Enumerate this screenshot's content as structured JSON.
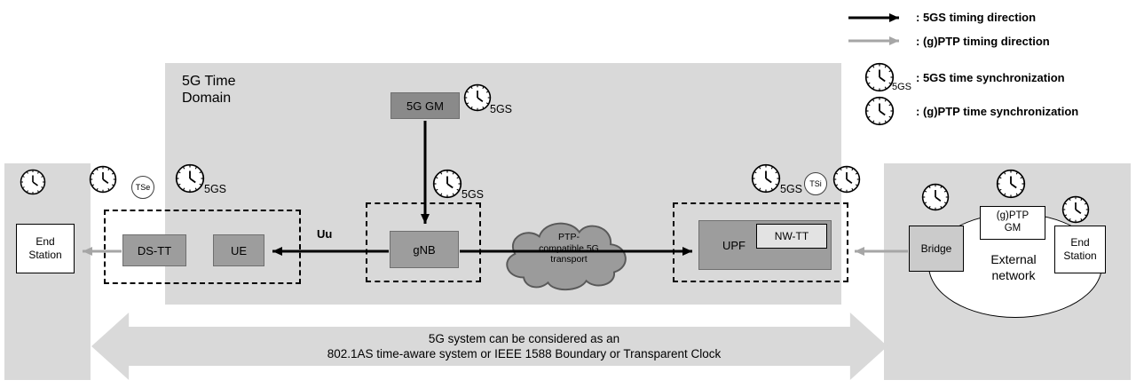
{
  "legend": {
    "black_arrow_label": ": 5GS timing direction",
    "gray_arrow_label": ": (g)PTP timing direction",
    "clock_5gs_label": ": 5GS time synchronization",
    "clock_gptp_label": ": (g)PTP time synchronization"
  },
  "domain": {
    "line1": "5G Time",
    "line2": "Domain"
  },
  "nodes": {
    "gm": "5G GM",
    "ds_tt": "DS-TT",
    "ue": "UE",
    "gnb": "gNB",
    "upf": "UPF",
    "nw_tt": "NW-TT",
    "bridge": "Bridge",
    "gptp_gm_l1": "(g)PTP",
    "gptp_gm_l2": "GM",
    "external_l1": "External",
    "external_l2": "network",
    "end_l1": "End",
    "end_l2": "Station"
  },
  "labels": {
    "gs5": "5GS",
    "uu": "Uu",
    "tse": "TSe",
    "tsi": "TSi",
    "cloud_l1": "PTP-",
    "cloud_l2": "compatible 5G",
    "cloud_l3": "transport"
  },
  "banner": {
    "line1": "5G system can be considered as an",
    "line2": "802.1AS time-aware system or IEEE 1588 Boundary or Transparent Clock"
  },
  "colors": {
    "panel": "#d9d9d9",
    "node_dark": "#8a8a8a",
    "node_mid": "#9d9d9d",
    "nwtt_bg": "#e3e3e3",
    "bridge_bg": "#cbcbcb",
    "cloud_fill": "#9b9b9b",
    "cloud_stroke": "#595959",
    "black_arrow": "#000000",
    "gray_arrow": "#a6a6a6"
  }
}
